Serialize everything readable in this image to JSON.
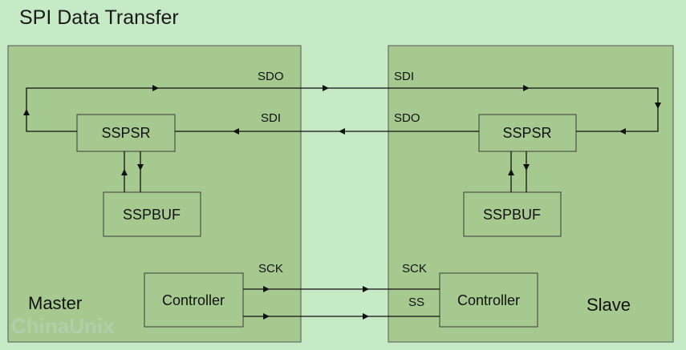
{
  "title": "SPI Data Transfer",
  "master": {
    "label": "Master",
    "shift_register": "SSPSR",
    "buffer": "SSPBUF",
    "controller": "Controller",
    "pin_sdo": "SDO",
    "pin_sdi": "SDI",
    "pin_sck": "SCK"
  },
  "slave": {
    "label": "Slave",
    "shift_register": "SSPSR",
    "buffer": "SSPBUF",
    "controller": "Controller",
    "pin_sdi": "SDI",
    "pin_sdo": "SDO",
    "pin_sck": "SCK",
    "pin_ss": "SS"
  },
  "watermark": "ChinaUnix",
  "colors": {
    "background": "#c6e9c6",
    "panel_fill": "#a6c98f",
    "line": "#111111"
  }
}
